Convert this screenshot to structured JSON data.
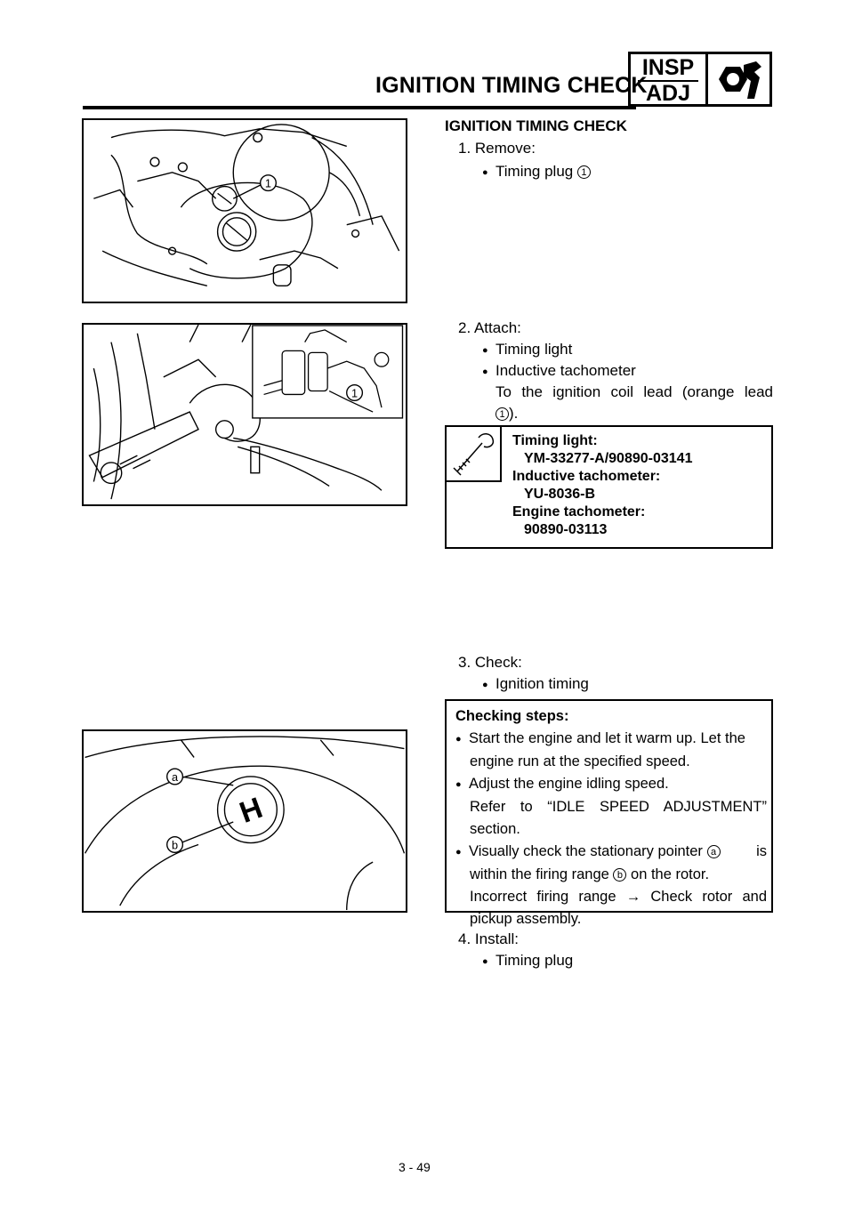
{
  "header": {
    "title": "IGNITION TIMING CHECK",
    "badge_top": "INSP",
    "badge_bottom": "ADJ",
    "badge_icon": "wrench-nut-icon"
  },
  "section_title": "IGNITION TIMING CHECK",
  "step1": {
    "label": "1. Remove:",
    "item": "Timing plug",
    "ref": "1"
  },
  "step2": {
    "label": "2. Attach:",
    "item1": "Timing light",
    "item2": "Inductive tachometer",
    "desc_a": "To the ignition coil lead (orange lead",
    "desc_ref": "1",
    "desc_b": ")."
  },
  "tools": {
    "icon": "special-tool-icon",
    "l1": "Timing light:",
    "l2": "YM-33277-A/90890-03141",
    "l3": "Inductive tachometer:",
    "l4": "YU-8036-B",
    "l5": "Engine tachometer:",
    "l6": "90890-03113"
  },
  "step3": {
    "label": "3. Check:",
    "item": "Ignition timing"
  },
  "checking": {
    "title": "Checking steps:",
    "b1a": "Start the engine and let it warm up. Let the",
    "b1b": "engine run at the specified speed.",
    "b2a": "Adjust the engine idling speed.",
    "b2b": "Refer to “IDLE SPEED ADJUSTMENT”",
    "b2c": "section.",
    "b3a": "Visually check the stationary pointer",
    "b3ref": "a",
    "b3b": "is",
    "b3c": "within the firing range",
    "b3ref2": "b",
    "b3d": "on the rotor.",
    "b3e": "Incorrect firing range → Check rotor and",
    "b3f": "pickup assembly."
  },
  "step4": {
    "label": "4. Install:",
    "item": "Timing plug"
  },
  "figures": {
    "fig1_callout": "1",
    "fig2_callout_a": "1",
    "fig3_callout_a": "a",
    "fig3_callout_b": "b",
    "fig3_mark": "H"
  },
  "page_number": "3 - 49"
}
